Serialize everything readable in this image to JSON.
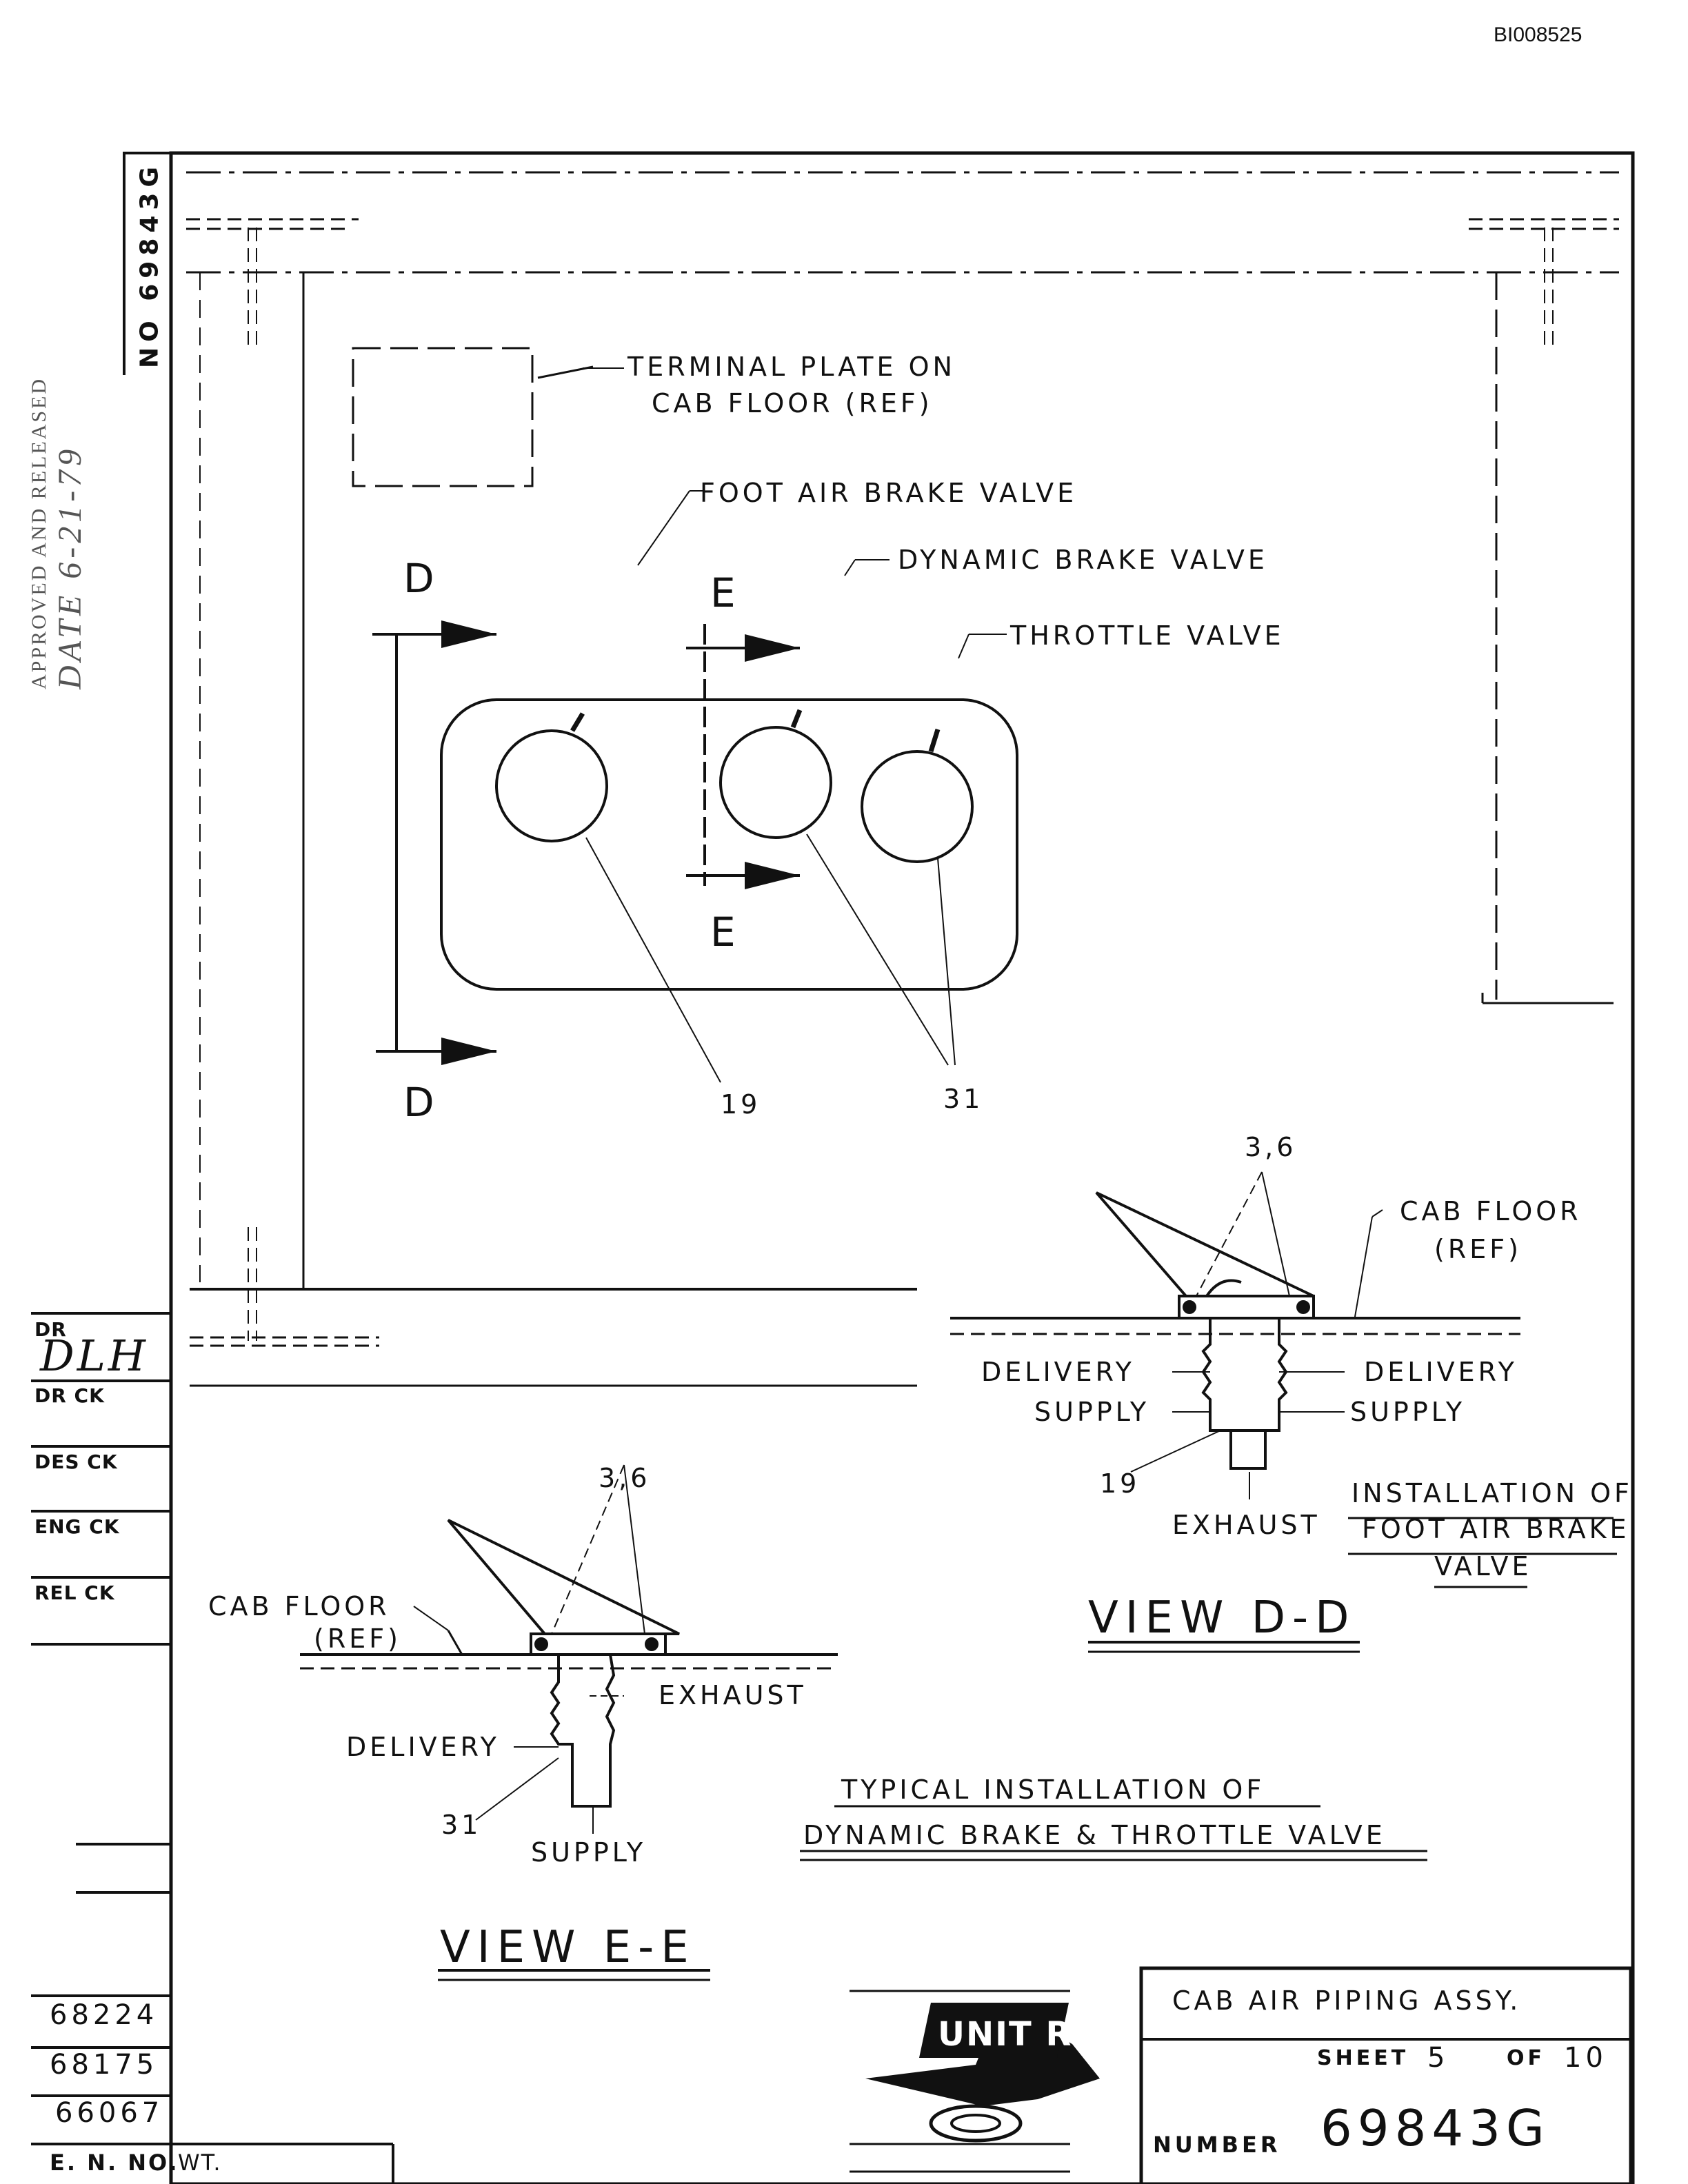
{
  "doc_id": "BI008525",
  "drawing_no_vertical": "NO 69843G",
  "approval_stamp": {
    "line1": "APPROVED AND RELEASED",
    "line2": "DATE 6-21-79"
  },
  "sections": {
    "d_top": "D",
    "d_bottom": "D",
    "e_top": "E",
    "e_bottom": "E"
  },
  "callouts": {
    "terminal_plate_1": "TERMINAL PLATE ON",
    "terminal_plate_2": "CAB FLOOR (REF)",
    "foot_valve": "FOOT AIR BRAKE VALVE",
    "dynamic_valve": "DYNAMIC BRAKE VALVE",
    "throttle_valve": "THROTTLE VALVE",
    "ref_19": "19",
    "ref_31": "31"
  },
  "view_dd": {
    "ref_36": "3,6",
    "cab_floor_1": "CAB FLOOR",
    "cab_floor_2": "(REF)",
    "delivery_left": "DELIVERY",
    "delivery_right": "DELIVERY",
    "supply_left": "SUPPLY",
    "supply_right": "SUPPLY",
    "ref_19": "19",
    "exhaust": "EXHAUST",
    "install_1": "INSTALLATION OF",
    "install_2": "FOOT AIR BRAKE",
    "install_3": "VALVE",
    "title": "VIEW D-D"
  },
  "view_ee": {
    "ref_36": "3,6",
    "cab_floor_1": "CAB FLOOR",
    "cab_floor_2": "(REF)",
    "exhaust": "EXHAUST",
    "delivery": "DELIVERY",
    "ref_31": "31",
    "supply": "SUPPLY",
    "title": "VIEW E-E"
  },
  "typical_note": {
    "line1": "TYPICAL INSTALLATION OF",
    "line2": "DYNAMIC BRAKE & THROTTLE VALVE"
  },
  "sidebar": {
    "dr": "DR",
    "dr_initials": "DLH",
    "dr_ck": "DR CK",
    "des_ck": "DES CK",
    "eng_ck": "ENG CK",
    "rel_ck": "REL CK",
    "en_numbers": [
      "68224",
      "68175",
      "66067"
    ],
    "en_no": "E. N. NO.",
    "wt": "WT."
  },
  "title_block": {
    "logo_text": "UNIT RIG",
    "title": "CAB AIR PIPING ASSY.",
    "sheet_label": "SHEET",
    "sheet_no": "5",
    "of_label": "OF",
    "sheet_total": "10",
    "number_label": "NUMBER",
    "number": "69843G"
  }
}
